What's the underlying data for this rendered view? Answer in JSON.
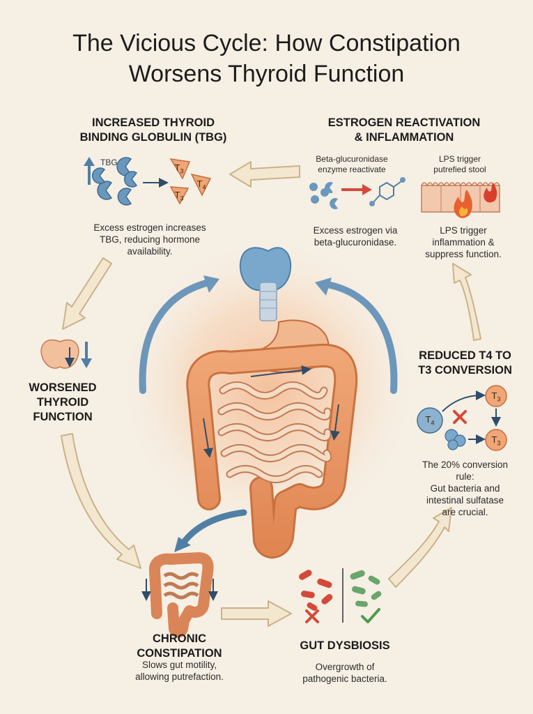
{
  "title_line1": "The Vicious Cycle: How Constipation",
  "title_line2": "Worsens Thyroid Function",
  "nodes": {
    "tbg": {
      "heading_line1": "INCREASED THYROID",
      "heading_line2": "BINDING GLOBULIN (TBG)",
      "icon_label": "TBG",
      "desc_line1": "Excess estrogen increases",
      "desc_line2": "TBG, reducing hormone",
      "desc_line3": "availability."
    },
    "estrogen": {
      "heading_line1": "ESTROGEN REACTIVATION",
      "heading_line2": "& INFLAMMATION",
      "enzyme_line1": "Beta-glucuronidase",
      "enzyme_line2": "enzyme reactivate",
      "lps_line1": "LPS trigger",
      "lps_line2": "putrefied stool",
      "desc_left_line1": "Excess estrogen via",
      "desc_left_line2": "beta-glucuronidase.",
      "desc_right_line1": "LPS trigger",
      "desc_right_line2": "inflammation &",
      "desc_right_line3": "suppress function."
    },
    "worsened": {
      "heading_line1": "WORSENED",
      "heading_line2": "THYROID",
      "heading_line3": "FUNCTION"
    },
    "reduced": {
      "heading_line1": "REDUCED T4 TO",
      "heading_line2": "T3 CONVERSION",
      "desc_line1": "The 20% conversion",
      "desc_line2": "rule:",
      "desc_line3": "Gut bacteria and",
      "desc_line4": "intestinal sulfatase",
      "desc_line5": "are crucial."
    },
    "constipation": {
      "heading_line1": "CHRONIC",
      "heading_line2": "CONSTIPATION",
      "desc_line1": "Slows gut motility,",
      "desc_line2": "allowing putrefaction."
    },
    "dysbiosis": {
      "heading": "GUT DYSBIOSIS",
      "desc_line1": "Overgrowth of",
      "desc_line2": "pathogenic bacteria."
    }
  },
  "colors": {
    "background": "#f6efe4",
    "blue": "#5f8fb3",
    "orange": "#e8965e",
    "red": "#d44a3a",
    "green": "#6aa56a",
    "arrow_fill": "#f3e7cf",
    "arrow_stroke": "#c9b28a"
  },
  "icons": [
    "thyroid-gland-icon",
    "intestine-icon",
    "tbg-protein-icon",
    "t3-hormone-icon",
    "t4-hormone-icon",
    "fire-icon",
    "bacteria-icon",
    "cross-mark-icon",
    "check-mark-icon",
    "molecule-icon"
  ]
}
